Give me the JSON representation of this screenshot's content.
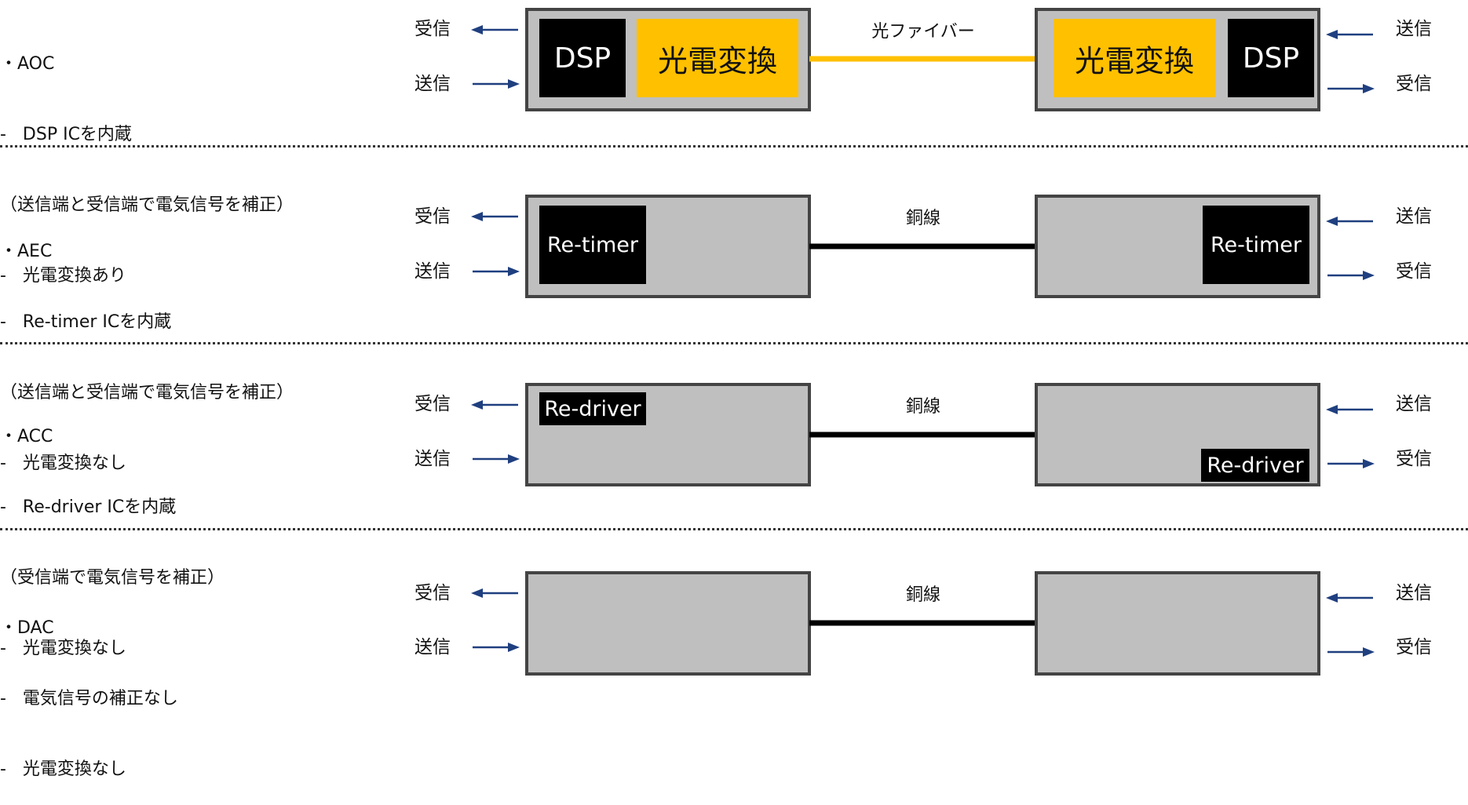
{
  "rows": [
    {
      "desc": [
        "・AOC",
        "-   DSP ICを内蔵",
        "（送信端と受信端で電気信号を補正）",
        "-   光電変換あり"
      ],
      "left_top": "受信",
      "left_bottom": "送信",
      "right_top": "送信",
      "right_bottom": "受信",
      "medium": "光ファイバー",
      "left_chips": [
        "DSP",
        "光電変換"
      ],
      "right_chips": [
        "光電変換",
        "DSP"
      ],
      "cable_color": "#ffc000"
    },
    {
      "desc": [
        "・AEC",
        "-   Re-timer ICを内蔵",
        "（送信端と受信端で電気信号を補正）",
        "-   光電変換なし"
      ],
      "left_top": "受信",
      "left_bottom": "送信",
      "right_top": "送信",
      "right_bottom": "受信",
      "medium": "銅線",
      "left_chip": "Re-timer",
      "right_chip": "Re-timer",
      "cable_color": "#000000"
    },
    {
      "desc": [
        "・ACC",
        "-   Re-driver ICを内蔵",
        "（受信端で電気信号を補正）",
        "-   光電変換なし"
      ],
      "left_top": "受信",
      "left_bottom": "送信",
      "right_top": "送信",
      "right_bottom": "受信",
      "medium": "銅線",
      "left_chip": "Re-driver",
      "right_chip": "Re-driver",
      "cable_color": "#000000"
    },
    {
      "desc": [
        "・DAC",
        "-   電気信号の補正なし",
        "-   光電変換なし"
      ],
      "left_top": "受信",
      "left_bottom": "送信",
      "right_top": "送信",
      "right_bottom": "受信",
      "medium": "銅線",
      "cable_color": "#000000"
    }
  ],
  "colors": {
    "box": "#bfbfbf",
    "box_border": "#444444",
    "arrow": "#1f3f7f",
    "chip": "#000000",
    "oe": "#ffc000"
  },
  "icons": [
    "arrow-left-icon",
    "arrow-right-icon"
  ]
}
